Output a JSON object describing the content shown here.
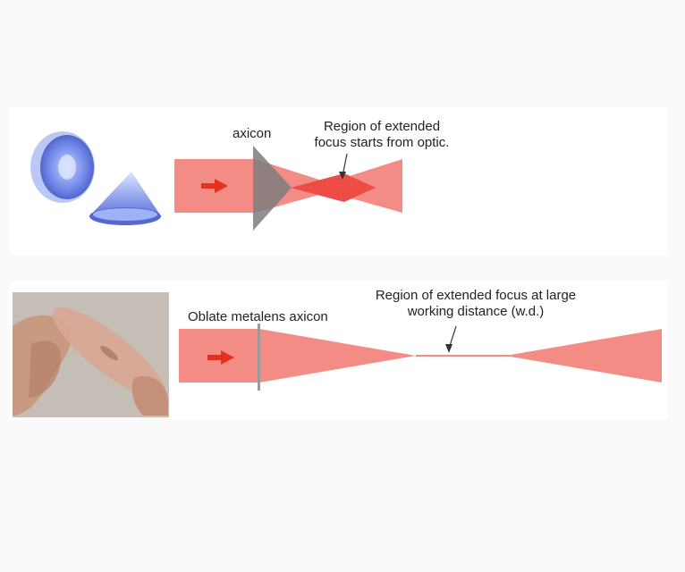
{
  "top": {
    "optic_label": "axicon",
    "annotation_line1": "Region of extended",
    "annotation_line2": "focus starts from optic."
  },
  "bottom": {
    "optic_label": "Oblate metalens axicon",
    "annotation_line1": "Region of extended focus at large",
    "annotation_line2": "working distance (w.d.)"
  },
  "colors": {
    "beam": "#f48c86",
    "beam_dark": "#ee4d45",
    "arrow": "#e6301f",
    "axicon_gray": "#7d7d7d"
  }
}
